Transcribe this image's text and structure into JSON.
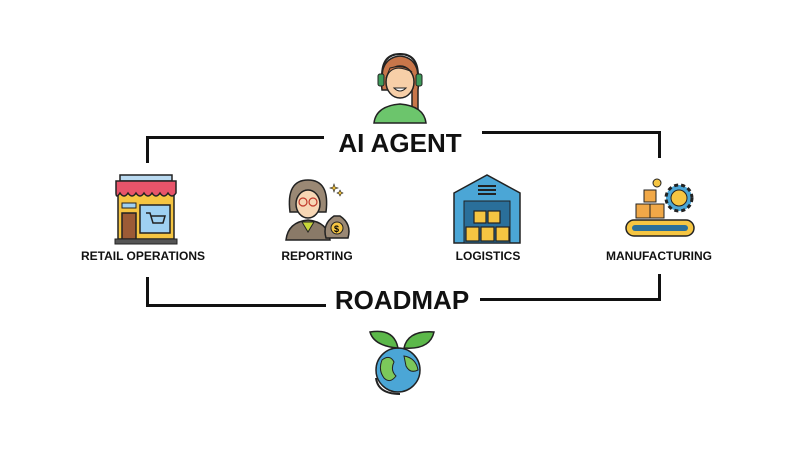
{
  "top_title": "AI AGENT",
  "bottom_title": "ROADMAP",
  "categories": [
    {
      "label": "RETAIL OPERATIONS",
      "icon": "store-icon"
    },
    {
      "label": "REPORTING",
      "icon": "businesswoman-money-icon"
    },
    {
      "label": "LOGISTICS",
      "icon": "warehouse-icon"
    },
    {
      "label": "MANUFACTURING",
      "icon": "conveyor-gear-icon"
    }
  ],
  "top_icon": "support-agent-icon",
  "bottom_icon": "earth-leaves-icon"
}
